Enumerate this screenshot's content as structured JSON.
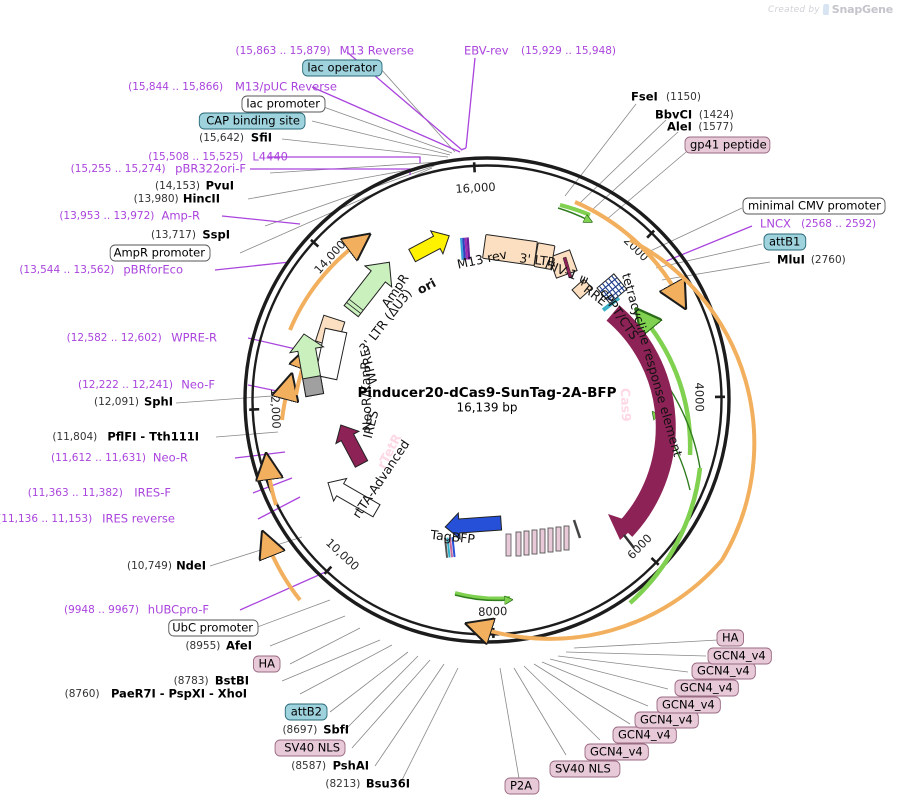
{
  "watermark": {
    "prefix": "Created by",
    "brand": "SnapGene",
    "logo_icon": "snapgene-logo-icon"
  },
  "plasmid": {
    "name": "Pinducer20-dCas9-SunTag-2A-BFP",
    "size": "16,139 bp",
    "length_bp": 16139
  },
  "ruler_ticks": [
    {
      "label": "2000",
      "bp": 2000
    },
    {
      "label": "4000",
      "bp": 4000
    },
    {
      "label": "6000",
      "bp": 6000
    },
    {
      "label": "8000",
      "bp": 8000
    },
    {
      "label": "10,000",
      "bp": 10000
    },
    {
      "label": "12,000",
      "bp": 12000
    },
    {
      "label": "14,000",
      "bp": 14000
    },
    {
      "label": "16,000",
      "bp": 16000
    }
  ],
  "colors": {
    "backbone": "#1c1c1c",
    "primer": "#aa44dd",
    "enzyme": "#000000",
    "promoter_fill": "#ffffff",
    "protein_fill": "#e7c9d8",
    "attb_fill": "#9ed3de",
    "cas9_fill": "#8c2255",
    "ori_fill": "#fff200",
    "orf_green": "#c9f0bd",
    "ltr_fill": "#fbdfc0",
    "bfp_fill": "#2650d8",
    "orange_arrow": "#f2b05e",
    "green_arrow": "#7fd14f",
    "gray_fill": "#a0a0a0"
  },
  "inner_features": [
    {
      "name": "ori",
      "label": "ori"
    },
    {
      "name": "m13-rev",
      "label": "M13 rev"
    },
    {
      "name": "three-prime-ltr",
      "label": "3' LTR"
    },
    {
      "name": "hiv1-psi",
      "label": "HIV-1 ψ"
    },
    {
      "name": "rre",
      "label": "RRE"
    },
    {
      "name": "cppt-cts",
      "label": "cPPT/CTS"
    },
    {
      "name": "tre",
      "label": "tetracycline response element"
    },
    {
      "name": "cas9",
      "label": "Cas9"
    },
    {
      "name": "tagbfp",
      "label": "TagBFP"
    },
    {
      "name": "rtta-advanced",
      "label": "rtTA-Advanced"
    },
    {
      "name": "rtetr",
      "label": "rTetR"
    },
    {
      "name": "ires",
      "label": "IRES"
    },
    {
      "name": "neor-kanr",
      "label": "NeoR/KanR"
    },
    {
      "name": "wpre",
      "label": "WPRE"
    },
    {
      "name": "three-prime-ltr-du3",
      "label": "3' LTR (ΔU3)"
    },
    {
      "name": "ampr",
      "label": "AmpR"
    }
  ],
  "labels_top_left": [
    {
      "kind": "primer",
      "pos": "(15,863 .. 15,879)",
      "name": "M13 Reverse"
    },
    {
      "kind": "feature",
      "pos": "",
      "name": "lac operator"
    },
    {
      "kind": "primer",
      "pos": "(15,844 .. 15,866)",
      "name": "M13/pUC Reverse"
    },
    {
      "kind": "promoter",
      "pos": "",
      "name": "lac promoter"
    },
    {
      "kind": "feature",
      "pos": "",
      "name": "CAP binding site"
    },
    {
      "kind": "enzyme",
      "pos": "(15,642)",
      "name": "SfiI"
    },
    {
      "kind": "primer",
      "pos": "(15,508 .. 15,525)",
      "name": "L4440"
    },
    {
      "kind": "primer",
      "pos": "(15,255 .. 15,274)",
      "name": "pBR322ori-F"
    },
    {
      "kind": "enzyme",
      "pos": "(14,153)",
      "name": "PvuI"
    },
    {
      "kind": "enzyme",
      "pos": "(13,980)",
      "name": "HincII"
    },
    {
      "kind": "primer",
      "pos": "(13,953 .. 13,972)",
      "name": "Amp-R"
    },
    {
      "kind": "enzyme",
      "pos": "(13,717)",
      "name": "SspI"
    },
    {
      "kind": "promoter",
      "pos": "",
      "name": "AmpR promoter"
    },
    {
      "kind": "primer",
      "pos": "(13,544 .. 13,562)",
      "name": "pBRforEco"
    }
  ],
  "labels_left": [
    {
      "kind": "primer",
      "pos": "(12,582 .. 12,602)",
      "name": "WPRE-R"
    },
    {
      "kind": "primer",
      "pos": "(12,222 .. 12,241)",
      "name": "Neo-F"
    },
    {
      "kind": "enzyme",
      "pos": "(12,091)",
      "name": "SphI"
    },
    {
      "kind": "enzyme",
      "pos": "(11,804)",
      "name": "PflFI  - Tth111I"
    },
    {
      "kind": "primer",
      "pos": "(11,612 .. 11,631)",
      "name": "Neo-R"
    },
    {
      "kind": "primer",
      "pos": "(11,363 .. 11,382)",
      "name": "IRES-F"
    },
    {
      "kind": "primer",
      "pos": "(11,136 .. 11,153)",
      "name": "IRES reverse"
    },
    {
      "kind": "enzyme",
      "pos": "(10,749)",
      "name": "NdeI"
    },
    {
      "kind": "primer",
      "pos": "(9948 .. 9967)",
      "name": "hUBCpro-F"
    },
    {
      "kind": "promoter",
      "pos": "",
      "name": "UbC promoter"
    },
    {
      "kind": "enzyme",
      "pos": "(8955)",
      "name": "AfeI"
    },
    {
      "kind": "protein",
      "pos": "",
      "name": "HA"
    },
    {
      "kind": "enzyme",
      "pos": "(8783)",
      "name": "BstBI"
    },
    {
      "kind": "enzyme",
      "pos": "(8760)",
      "name": "PaeR7I  - PspXI  - XhoI"
    },
    {
      "kind": "attb",
      "pos": "",
      "name": "attB2"
    },
    {
      "kind": "enzyme",
      "pos": "(8697)",
      "name": "SbfI"
    },
    {
      "kind": "protein",
      "pos": "",
      "name": "SV40 NLS"
    },
    {
      "kind": "enzyme",
      "pos": "(8587)",
      "name": "PshAI"
    },
    {
      "kind": "enzyme",
      "pos": "(8213)",
      "name": "Bsu36I"
    }
  ],
  "labels_bottom_right": [
    {
      "kind": "protein",
      "pos": "",
      "name": "P2A"
    },
    {
      "kind": "protein",
      "pos": "",
      "name": "SV40 NLS"
    },
    {
      "kind": "protein",
      "pos": "",
      "name": "GCN4_v4"
    },
    {
      "kind": "protein",
      "pos": "",
      "name": "GCN4_v4"
    },
    {
      "kind": "protein",
      "pos": "",
      "name": "GCN4_v4"
    },
    {
      "kind": "protein",
      "pos": "",
      "name": "GCN4_v4"
    },
    {
      "kind": "protein",
      "pos": "",
      "name": "GCN4_v4"
    },
    {
      "kind": "protein",
      "pos": "",
      "name": "GCN4_v4"
    },
    {
      "kind": "protein",
      "pos": "",
      "name": "GCN4_v4"
    },
    {
      "kind": "protein",
      "pos": "",
      "name": "HA"
    }
  ],
  "labels_top_right": [
    {
      "kind": "primer",
      "pos": "(15,929 .. 15,948)",
      "name": "EBV-rev"
    },
    {
      "kind": "enzyme",
      "pos": "(1150)",
      "name": "FseI"
    },
    {
      "kind": "enzyme",
      "pos": "(1424)",
      "name": "BbvCI"
    },
    {
      "kind": "enzyme",
      "pos": "(1577)",
      "name": "AleI"
    },
    {
      "kind": "protein",
      "pos": "",
      "name": "gp41 peptide"
    },
    {
      "kind": "promoter",
      "pos": "",
      "name": "minimal CMV promoter"
    },
    {
      "kind": "primer",
      "pos": "(2568 .. 2592)",
      "name": "LNCX"
    },
    {
      "kind": "attb",
      "pos": "",
      "name": "attB1"
    },
    {
      "kind": "enzyme",
      "pos": "(2760)",
      "name": "MluI"
    }
  ]
}
